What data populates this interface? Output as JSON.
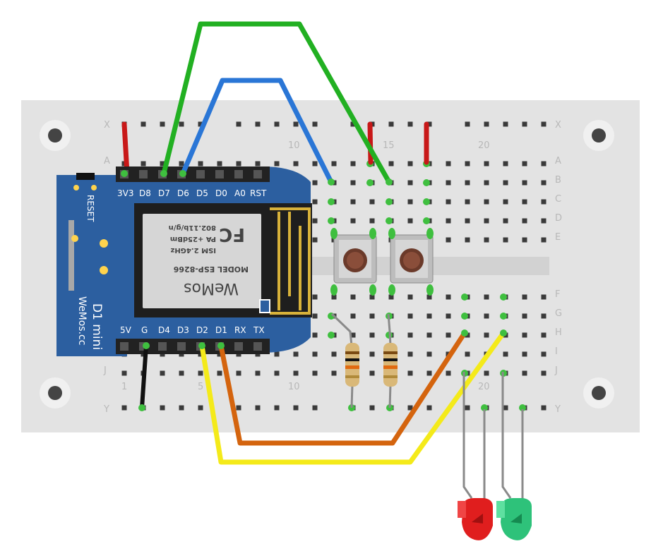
{
  "breadboard": {
    "row_top": "X",
    "row_bottom": "Y",
    "rows_upper": [
      "A",
      "B",
      "C",
      "D",
      "E"
    ],
    "rows_lower": [
      "F",
      "G",
      "H",
      "I",
      "J"
    ],
    "col_numbers_top": [
      "10",
      "15",
      "20"
    ],
    "col_numbers_bottom": [
      "1",
      "5",
      "10",
      "20"
    ]
  },
  "board": {
    "name": "D1 mini",
    "brand": "WeMos.cc",
    "reset_label": "RESET",
    "top_pins": [
      "3V3",
      "D8",
      "D7",
      "D6",
      "D5",
      "D0",
      "A0",
      "RST"
    ],
    "bottom_pins": [
      "5V",
      "G",
      "D4",
      "D3",
      "D2",
      "D1",
      "RX",
      "TX"
    ],
    "module": {
      "model": "MODEL  ESP-8266",
      "spec1": "ISM 2.4GHz",
      "spec2": "PA +25dBm",
      "spec3": "802.11b/g/n",
      "fc": "FC",
      "brand": "WeMos"
    }
  },
  "colors": {
    "breadboard": "#e6e6e6",
    "hole": "#3a3a3a",
    "active_hole": "#3fbf3f",
    "board_blue": "#2c5fa0",
    "wire_green": "#22b022",
    "wire_blue": "#2a76d6",
    "wire_red": "#c81818",
    "wire_black": "#111111",
    "wire_orange": "#d4640e",
    "wire_yellow": "#f4ea1a",
    "led_red": "#e01e1e",
    "led_green": "#2ec27a"
  }
}
